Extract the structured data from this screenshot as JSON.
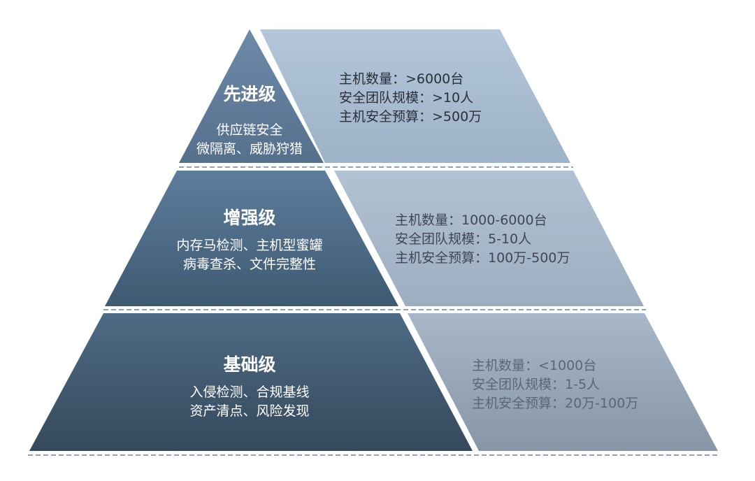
{
  "tiers": [
    {
      "title": "先进级",
      "desc": [
        "供应链安全",
        "微隔离、威胁狩猎"
      ],
      "info": [
        "主机数量：>6000台",
        "安全团队规模：>10人",
        "主机安全预算：>500万"
      ],
      "colors": {
        "left_top": "#6d8aa8",
        "left_bottom": "#55708d",
        "right_top": "#b3c6da",
        "right_bottom": "#9eb2c7"
      }
    },
    {
      "title": "增强级",
      "desc": [
        "内存马检测、主机型蜜罐",
        "病毒查杀、文件完整性"
      ],
      "info": [
        "主机数量：1000-6000台",
        "安全团队规模：5-10人",
        "主机安全预算：100万-500万"
      ],
      "colors": {
        "left_top": "#5d7d9c",
        "left_bottom": "#3e5a72",
        "right_top": "#b1c2d3",
        "right_bottom": "#9caebf"
      }
    },
    {
      "title": "基础级",
      "desc": [
        "入侵检测、合规基线",
        "资产清点、风险发现"
      ],
      "info": [
        "主机数量：<1000台",
        "安全团队规模：1-5人",
        "主机安全预算：20万-100万"
      ],
      "colors": {
        "left_top": "#4e6b85",
        "left_bottom": "#35495b",
        "right_top": "#a8b8c8",
        "right_bottom": "#8696a6"
      }
    }
  ]
}
